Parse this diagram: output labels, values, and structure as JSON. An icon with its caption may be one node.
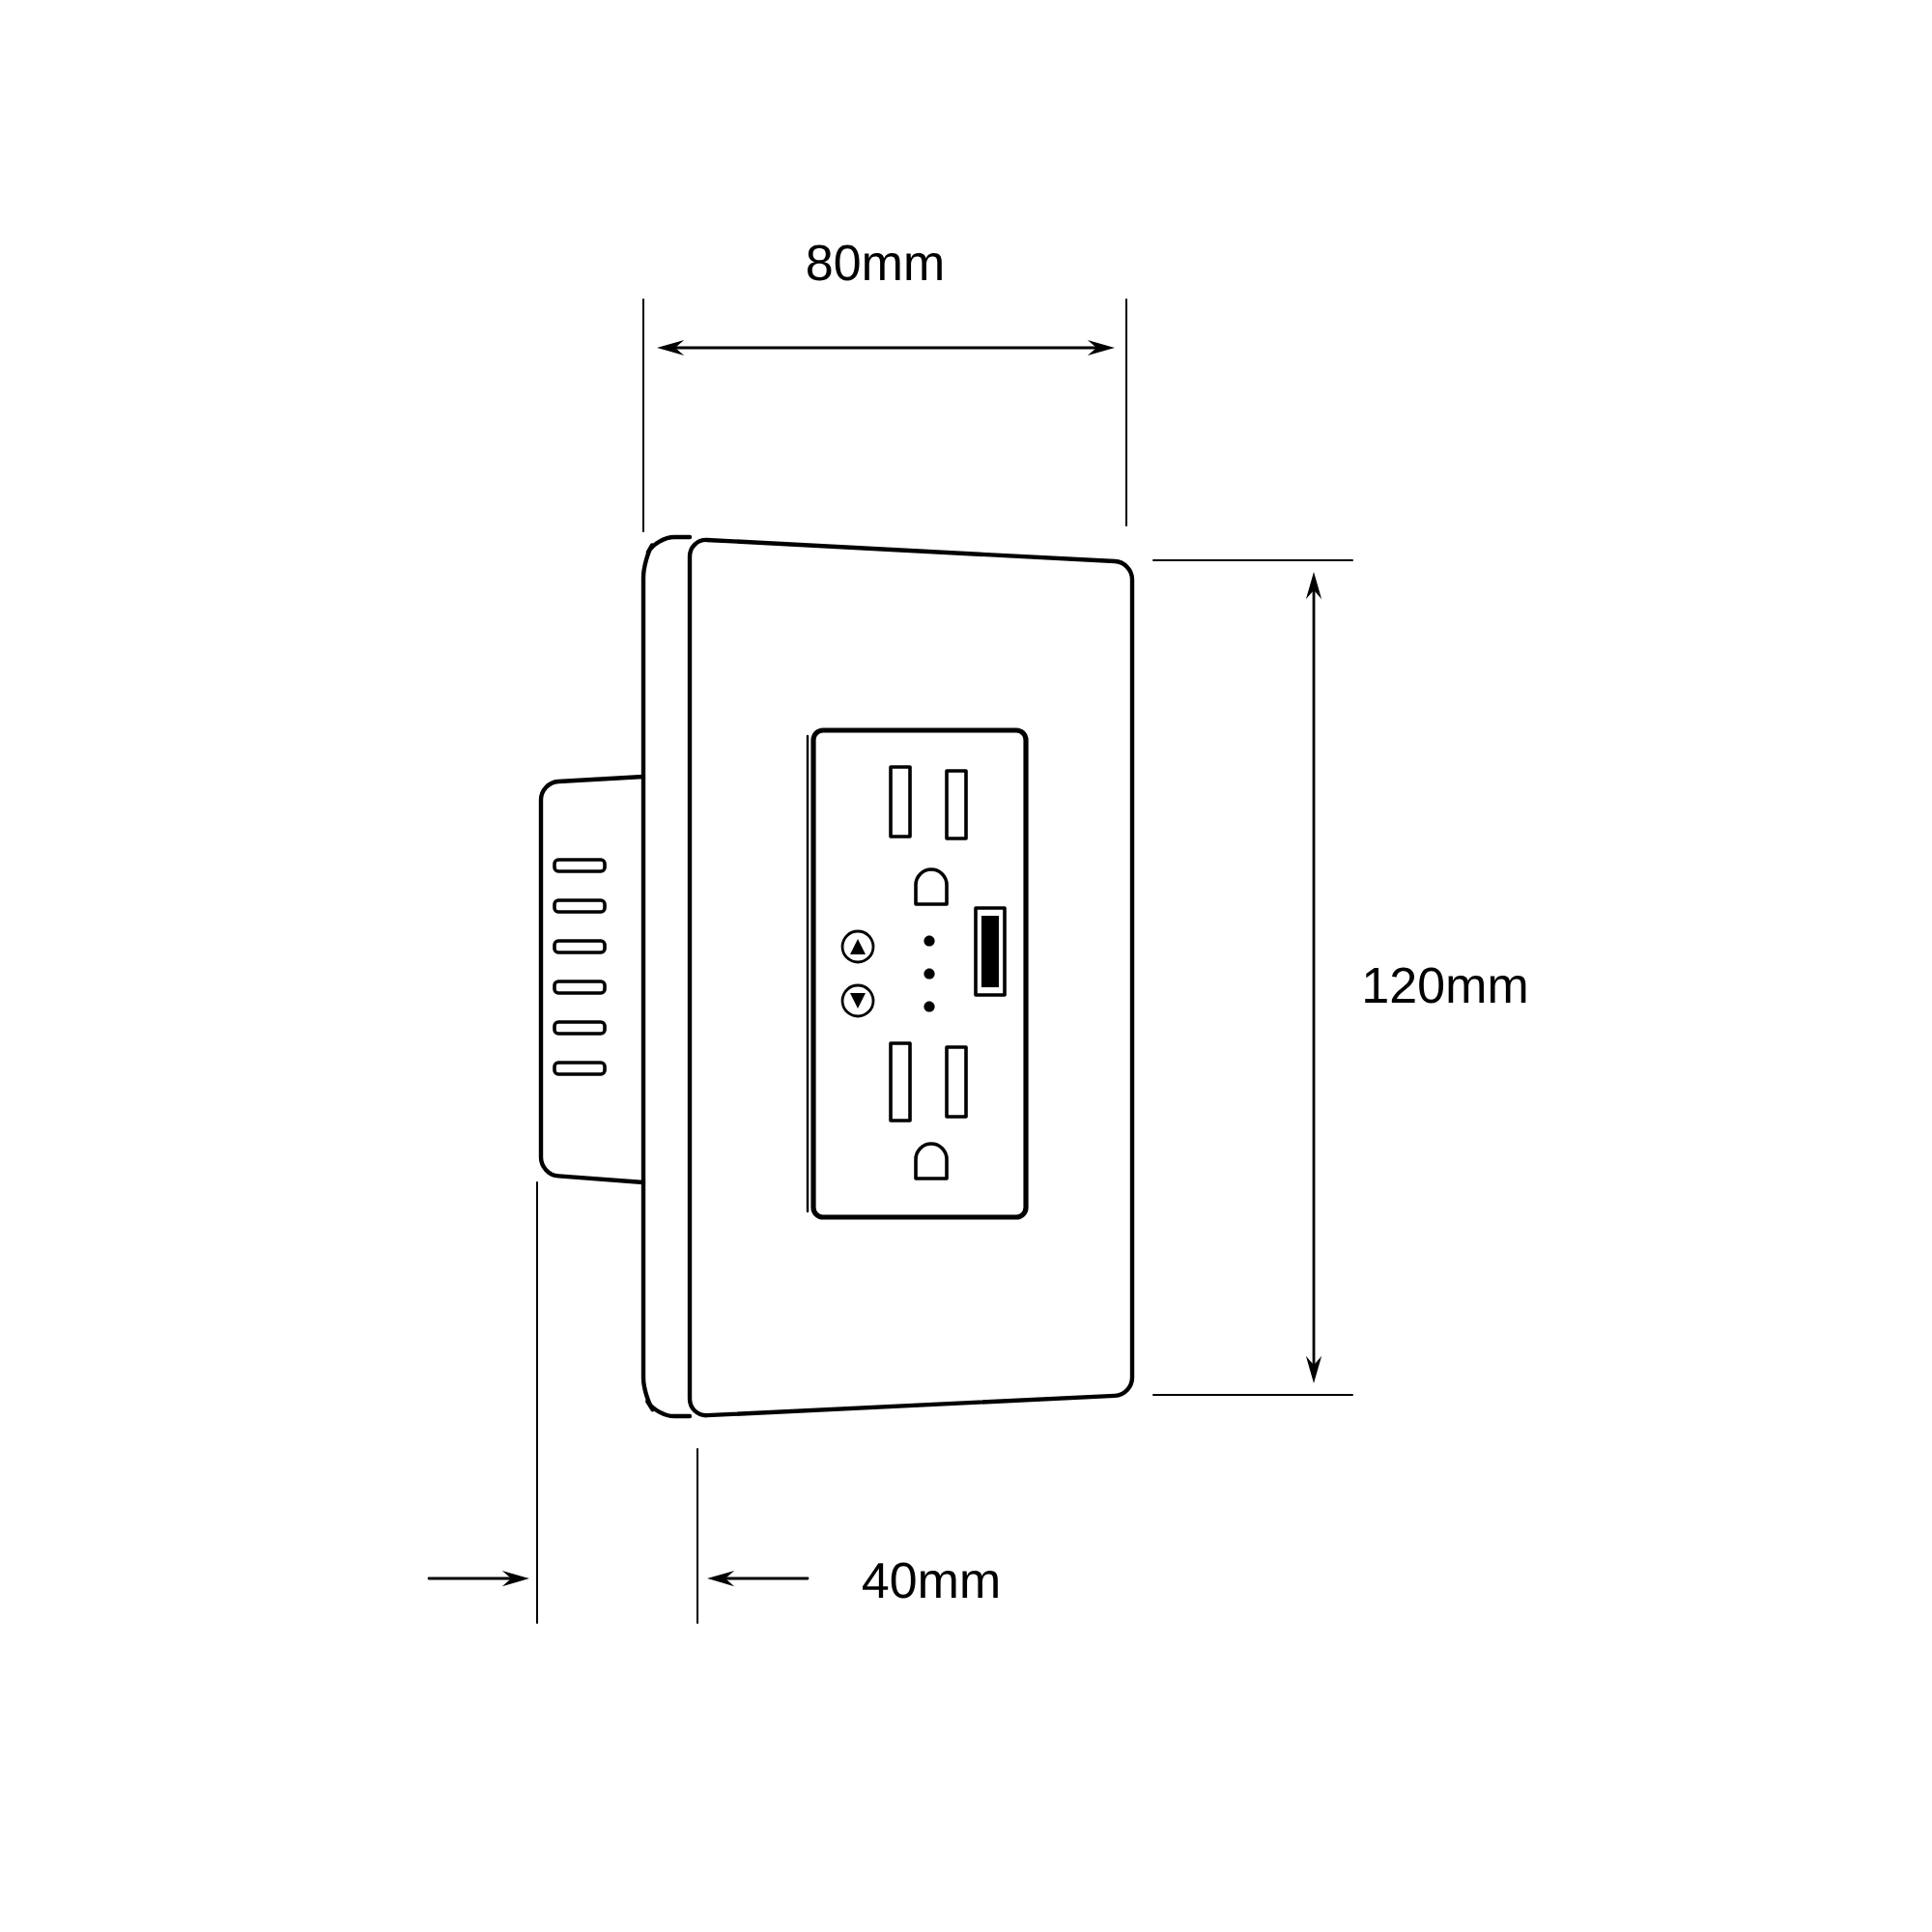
{
  "diagram": {
    "labels": [
      "80mm",
      "120mm",
      "40mm"
    ]
  }
}
